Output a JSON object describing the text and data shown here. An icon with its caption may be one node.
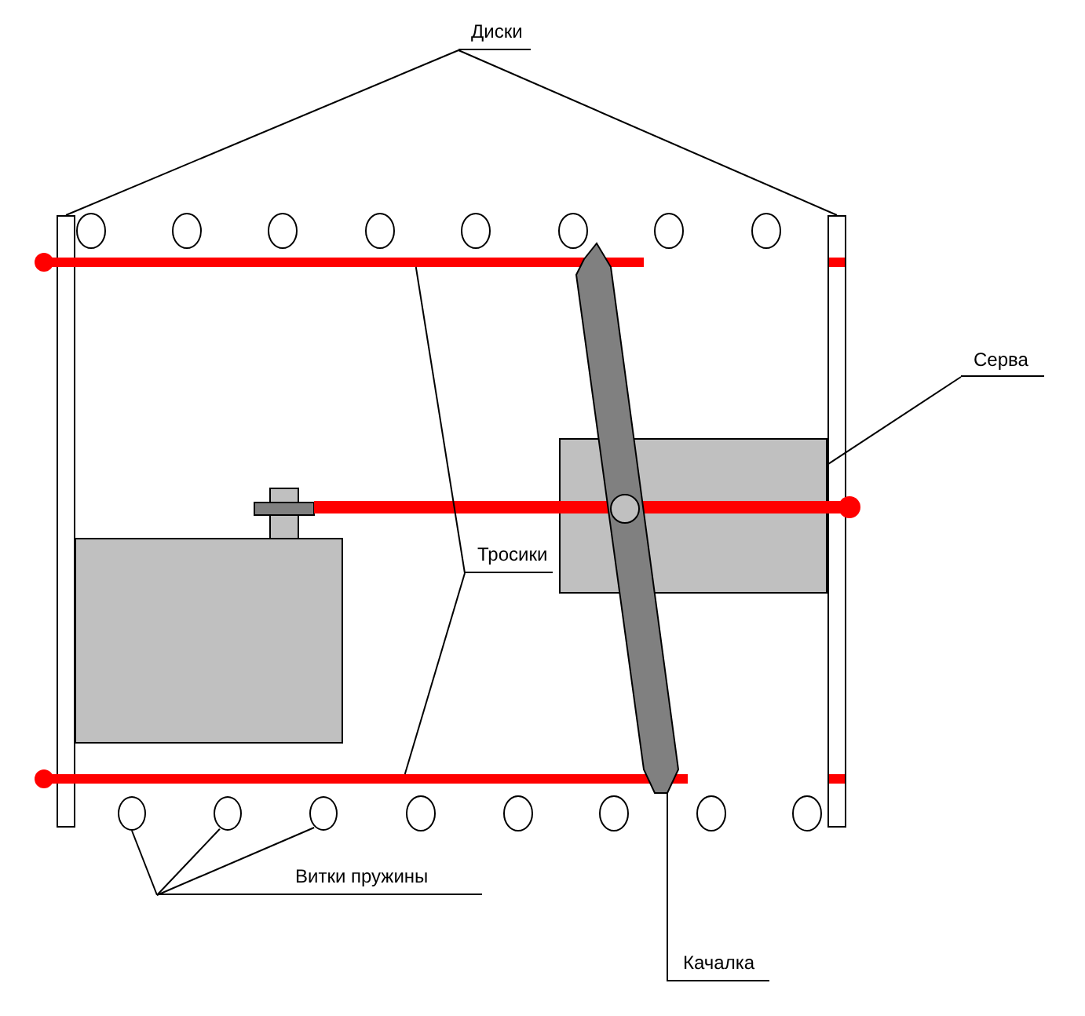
{
  "diagram": {
    "nodes": [
      {
        "text": [
          "Диски"
        ]
      },
      {
        "text": [],
        "shape": "bar"
      },
      {
        "text": [],
        "shape": "bar"
      },
      {
        "text": [
          "Серва"
        ]
      },
      {
        "text": [],
        "shape": "box"
      },
      {
        "text": [
          "Тросики"
        ]
      },
      {
        "text": [],
        "shape": "bar"
      },
      {
        "text": [],
        "shape": "bar"
      },
      {
        "text": [
          "Витки пружины"
        ]
      },
      {
        "text": [],
        "shape": "circle"
      },
      {
        "text": [],
        "shape": "circle"
      },
      {
        "text": [],
        "shape": "circle"
      },
      {
        "text": [
          "Качалка"
        ]
      },
      {
        "text": [],
        "shape": "bar"
      }
    ],
    "edges": [
      {
        "from": 0,
        "to": 1,
        "arrow": "none"
      },
      {
        "from": 0,
        "to": 2,
        "arrow": "none"
      },
      {
        "from": 3,
        "to": 4,
        "arrow": "none"
      },
      {
        "from": 5,
        "to": 6,
        "arrow": "none"
      },
      {
        "from": 5,
        "to": 7,
        "arrow": "none"
      },
      {
        "from": 8,
        "to": 9,
        "arrow": "none"
      },
      {
        "from": 8,
        "to": 10,
        "arrow": "none"
      },
      {
        "from": 8,
        "to": 11,
        "arrow": "none"
      },
      {
        "from": 12,
        "to": 13,
        "arrow": "none"
      }
    ]
  }
}
